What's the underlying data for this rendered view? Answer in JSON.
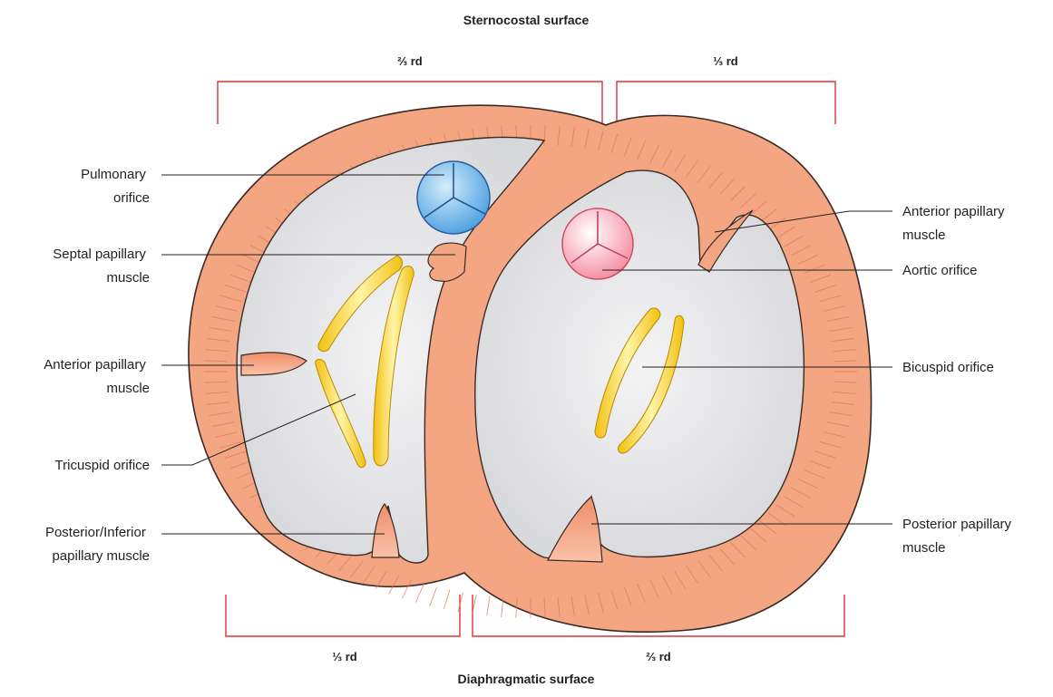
{
  "headings": {
    "top": "Sternocostal surface",
    "bottom": "Diaphragmatic surface"
  },
  "fractions": {
    "top_left": "⅔ rd",
    "top_right": "⅓ rd",
    "bottom_left": "⅓ rd",
    "bottom_right": "⅔ rd"
  },
  "labels_left": {
    "pulmonary": [
      "Pulmonary",
      "orifice"
    ],
    "septal": [
      "Septal papillary",
      "muscle"
    ],
    "anterior": [
      "Anterior papillary",
      "muscle"
    ],
    "tricuspid": [
      "Tricuspid orifice"
    ],
    "posterior": [
      "Posterior/Inferior",
      "papillary muscle"
    ]
  },
  "labels_right": {
    "anterior": [
      "Anterior papillary",
      "muscle"
    ],
    "aortic": [
      "Aortic orifice"
    ],
    "bicuspid": [
      "Bicuspid orifice"
    ],
    "posterior": [
      "Posterior papillary",
      "muscle"
    ]
  },
  "colors": {
    "muscle": "#f4a582",
    "muscle_dark": "#c8684a",
    "cavity": "#e2e3e5",
    "bracket": "#e0303a",
    "pulmonary_valve": "#6cb4e8",
    "aortic_valve": "#f7a9b8",
    "leaflet": "#f6cd1a",
    "outline": "#3a2a24"
  }
}
